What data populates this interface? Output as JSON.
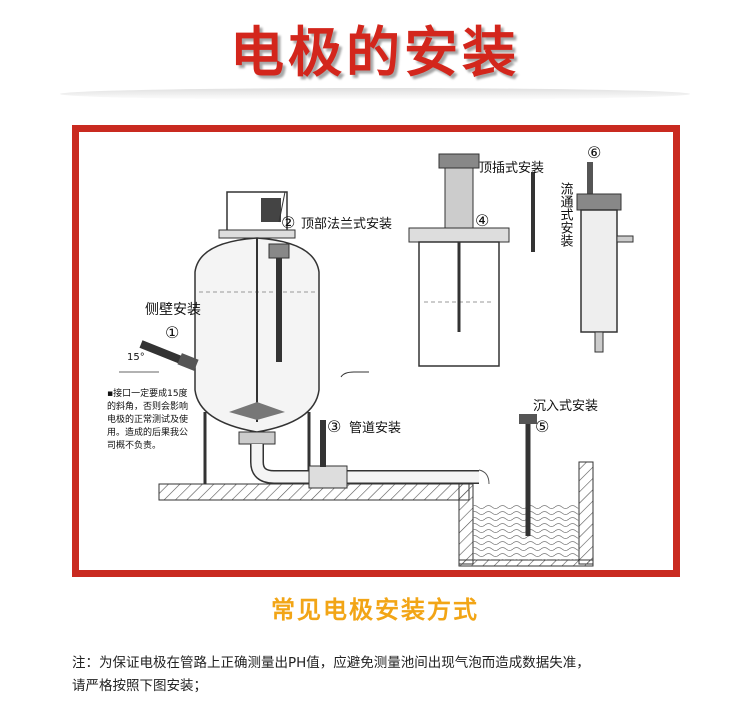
{
  "title": "电极的安装",
  "subtitle": "常见电极安装方式",
  "note_line1": "注：为保证电极在管路上正确测量出PH值，应避免测量池间出现气泡而造成数据失准，",
  "note_line2": "请严格按照下图安装；",
  "diagram": {
    "side_label": "侧壁安装",
    "top_flange_label": "顶部法兰式安装",
    "pipe_label": "管道安装",
    "top_insert_label": "顶插式安装",
    "flow_label": "流通式安装",
    "submerged_label": "沉入式安装",
    "num1": "①",
    "num2": "②",
    "num3": "③",
    "num4": "④",
    "num5": "⑤",
    "num6": "⑥",
    "angle_label": "15°",
    "warning_lines": [
      "▪接口一定要成15度",
      "的斜角，否则会影响",
      "电极的正常测试及使",
      "用。造成的后果我公",
      "司概不负责。"
    ]
  },
  "colors": {
    "title": "#d3261c",
    "frame": "#c92a20",
    "subtitle": "#f2a516"
  }
}
